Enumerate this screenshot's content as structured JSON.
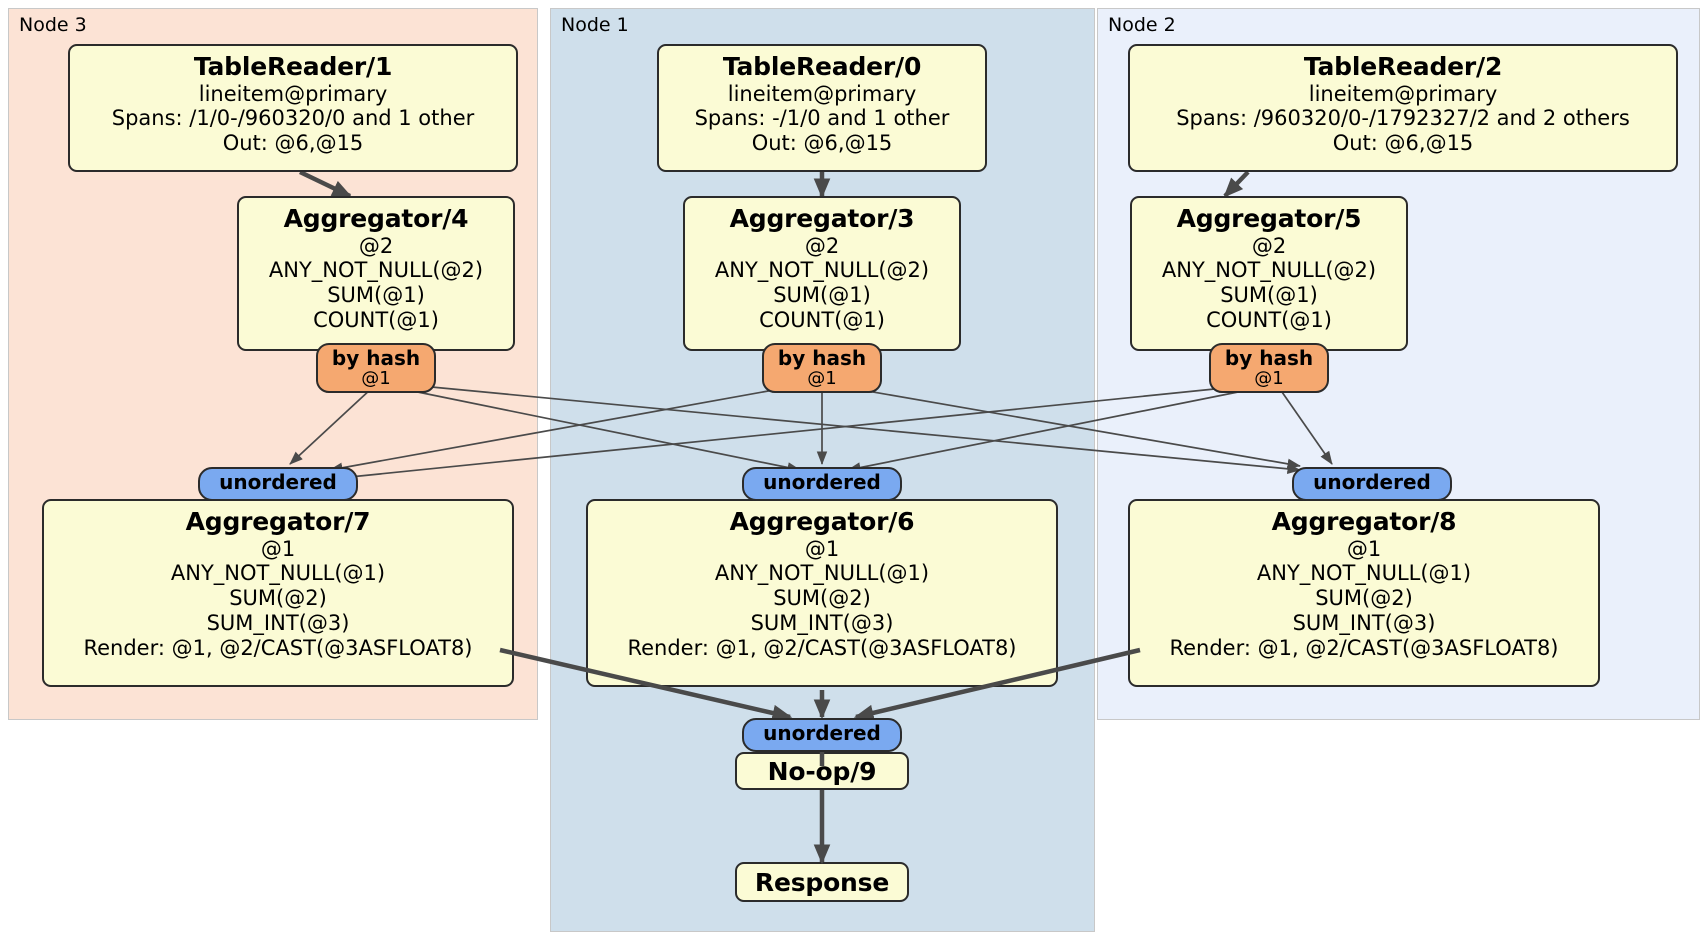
{
  "diagram": {
    "type": "distributed-query-plan",
    "colors": {
      "node3_panel": "#fce3d5",
      "node1_panel": "#cfdfeb",
      "node2_panel": "#eaf0fb",
      "processor_box": "#fbfbd5",
      "hash_badge": "#f5a870",
      "unordered_badge": "#7aa9f0",
      "edge": "#4a4a4a",
      "box_border": "#2b2b2b"
    }
  },
  "nodes": [
    {
      "id": "node3",
      "label": "Node 3"
    },
    {
      "id": "node1",
      "label": "Node 1"
    },
    {
      "id": "node2",
      "label": "Node 2"
    }
  ],
  "processors": {
    "table_reader_1": {
      "title": "TableReader/1",
      "lines": [
        "lineitem@primary",
        "Spans: /1/0-/960320/0 and 1 other",
        "Out: @6,@15"
      ]
    },
    "table_reader_0": {
      "title": "TableReader/0",
      "lines": [
        "lineitem@primary",
        "Spans: -/1/0 and 1 other",
        "Out: @6,@15"
      ]
    },
    "table_reader_2": {
      "title": "TableReader/2",
      "lines": [
        "lineitem@primary",
        "Spans: /960320/0-/1792327/2 and 2 others",
        "Out: @6,@15"
      ]
    },
    "aggregator_4": {
      "title": "Aggregator/4",
      "lines": [
        "@2",
        "ANY_NOT_NULL(@2)",
        "SUM(@1)",
        "COUNT(@1)"
      ]
    },
    "aggregator_3": {
      "title": "Aggregator/3",
      "lines": [
        "@2",
        "ANY_NOT_NULL(@2)",
        "SUM(@1)",
        "COUNT(@1)"
      ]
    },
    "aggregator_5": {
      "title": "Aggregator/5",
      "lines": [
        "@2",
        "ANY_NOT_NULL(@2)",
        "SUM(@1)",
        "COUNT(@1)"
      ]
    },
    "aggregator_7": {
      "title": "Aggregator/7",
      "lines": [
        "@1",
        "ANY_NOT_NULL(@1)",
        "SUM(@2)",
        "SUM_INT(@3)",
        "Render: @1, @2/CAST(@3ASFLOAT8)"
      ]
    },
    "aggregator_6": {
      "title": "Aggregator/6",
      "lines": [
        "@1",
        "ANY_NOT_NULL(@1)",
        "SUM(@2)",
        "SUM_INT(@3)",
        "Render: @1, @2/CAST(@3ASFLOAT8)"
      ]
    },
    "aggregator_8": {
      "title": "Aggregator/8",
      "lines": [
        "@1",
        "ANY_NOT_NULL(@1)",
        "SUM(@2)",
        "SUM_INT(@3)",
        "Render: @1, @2/CAST(@3ASFLOAT8)"
      ]
    },
    "noop_9": {
      "title": "No-op/9",
      "lines": []
    },
    "response": {
      "title": "Response",
      "lines": []
    }
  },
  "badges": {
    "hash_left": {
      "title": "by hash",
      "sub": "@1"
    },
    "hash_mid": {
      "title": "by hash",
      "sub": "@1"
    },
    "hash_right": {
      "title": "by hash",
      "sub": "@1"
    },
    "unordered_left": {
      "title": "unordered",
      "sub": ""
    },
    "unordered_mid": {
      "title": "unordered",
      "sub": ""
    },
    "unordered_right": {
      "title": "unordered",
      "sub": ""
    },
    "unordered_final": {
      "title": "unordered",
      "sub": ""
    }
  }
}
